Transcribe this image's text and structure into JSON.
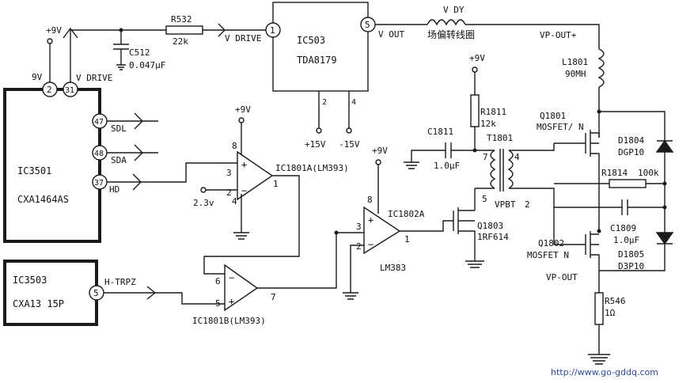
{
  "ic3501": {
    "ref": "IC3501",
    "part": "CXA1464AS",
    "pin2": "2",
    "pin31": "31",
    "pin47": "47",
    "pin48": "48",
    "pin37": "37",
    "label_9v": "9V",
    "label_vdrive": "V DRIVE",
    "sdl": "SDL",
    "sda": "SDA",
    "hd": "HD"
  },
  "supply": {
    "plus9v_a": "+9V",
    "plus9v_b": "+9V",
    "plus9v_c": "+9V",
    "plus9v_d": "+9V"
  },
  "c512": {
    "ref": "C512",
    "value": "0.047μF"
  },
  "r532": {
    "ref": "R532",
    "value": "22k",
    "net": "V DRIVE"
  },
  "ic503": {
    "ref": "IC503",
    "part": "TDA8179",
    "pin1": "1",
    "pin5": "5",
    "pin2": "2",
    "pin4": "4",
    "out": "V OUT",
    "v15p": "+15V",
    "v15n": "-15V"
  },
  "vdy": {
    "ref": "V DY",
    "cn": "场偏转线圈",
    "vpout_plus": "VP-OUT+"
  },
  "l1801": {
    "ref": "L1801",
    "value": "90MH"
  },
  "r1811": {
    "ref": "R1811",
    "value": "12k"
  },
  "c1811": {
    "ref": "C1811",
    "value": "1.0μF"
  },
  "t1801": {
    "ref": "T1801",
    "p7": "7",
    "p4": "4",
    "p5": "5",
    "p2": "2",
    "vpbt": "VPBT"
  },
  "q1801": {
    "ref": "Q1801",
    "type": "MOSFET/ N"
  },
  "q1802": {
    "ref": "Q1802",
    "type": "MOSFET N"
  },
  "q1803": {
    "ref": "Q1803",
    "type": "1RF614"
  },
  "d1804": {
    "ref": "D1804",
    "type": "DGP10"
  },
  "d1805": {
    "ref": "D1805",
    "type": "D3P10"
  },
  "r1814": {
    "ref": "R1814",
    "value": "100k"
  },
  "c1809": {
    "ref": "C1809",
    "value": "1.0μF"
  },
  "vpout": {
    "label": "VP-OUT"
  },
  "r546": {
    "ref": "R546",
    "value": "1Ω"
  },
  "ic1801a": {
    "ref": "IC1801A(LM393)",
    "p8": "8",
    "p3": "3",
    "p2": "2",
    "p1": "1",
    "p4": "4",
    "vref": "2.3v"
  },
  "ic1801b": {
    "ref": "IC1801B(LM393)",
    "p6": "6",
    "p5": "5",
    "p7": "7"
  },
  "ic1802a": {
    "ref": "IC1802A",
    "sub": "LM383",
    "p8": "8",
    "p3": "3",
    "p2": "2",
    "p1": "1"
  },
  "ic3503": {
    "ref": "IC3503",
    "part": "CXA13 15P",
    "pin5": "5",
    "net": "H-TRPZ"
  },
  "footer": {
    "url": "http://www.go-gddq.com"
  }
}
